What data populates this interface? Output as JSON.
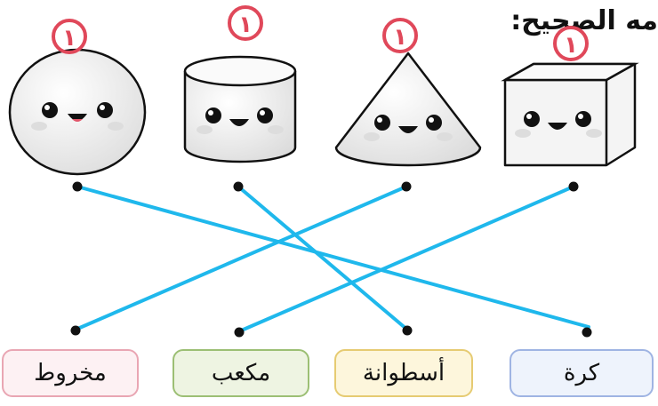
{
  "instruction": "مه الصحيح:",
  "score_mark": "١",
  "colors": {
    "line": "#1fb8ec",
    "badge": "#e0485a",
    "box_pink_fill": "#fdf1f3",
    "box_pink_border": "#e9a6b3",
    "box_green_fill": "#eef4e2",
    "box_green_border": "#9cbf74",
    "box_yellow_fill": "#fdf6dc",
    "box_yellow_border": "#e6cb72",
    "box_blue_fill": "#eef3fc",
    "box_blue_border": "#9fb4e3"
  },
  "shapes": [
    "sphere",
    "cylinder",
    "cone",
    "cube"
  ],
  "labels": {
    "cone": "مخروط",
    "cube": "مكعب",
    "cylinder": "أسطوانة",
    "sphere": "كرة"
  }
}
